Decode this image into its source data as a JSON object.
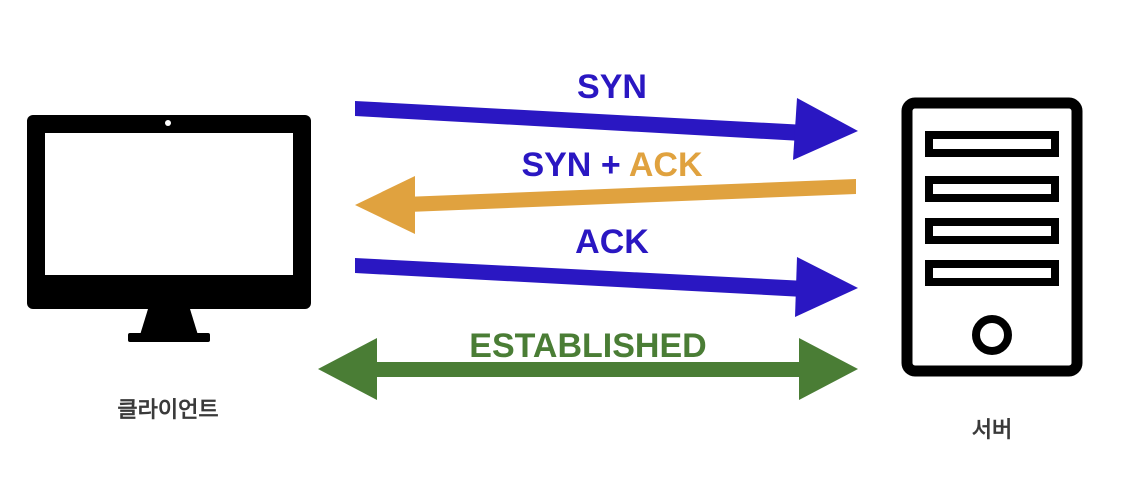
{
  "colors": {
    "syn": "#2a17c2",
    "ack_orange": "#e0a23f",
    "established": "#4a7d35",
    "device": "#000000",
    "label_gray": "#3a3a3a"
  },
  "nodes": {
    "client": {
      "label": "클라이언트",
      "icon": "desktop-monitor-icon"
    },
    "server": {
      "label": "서버",
      "icon": "server-tower-icon"
    }
  },
  "steps": {
    "syn": {
      "label": "SYN",
      "direction": "client-to-server"
    },
    "syn_ack": {
      "label_syn": "SYN",
      "label_plus": " + ",
      "label_ack": "ACK",
      "direction": "server-to-client"
    },
    "ack": {
      "label": "ACK",
      "direction": "client-to-server"
    },
    "established": {
      "label": "ESTABLISHED",
      "direction": "bidirectional"
    }
  }
}
